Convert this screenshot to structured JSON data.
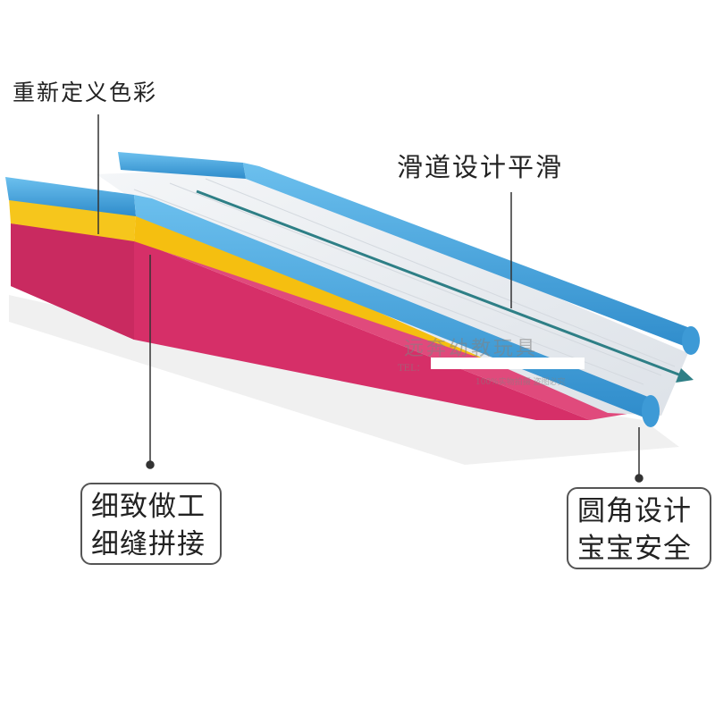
{
  "callouts": {
    "color": "重新定义色彩",
    "smooth": "滑道设计平滑",
    "craft": [
      "细致做工",
      "细缝拼接"
    ],
    "safety": [
      "圆角设计",
      "宝宝安全"
    ]
  },
  "watermark": {
    "brand": "远奔幼教玩具",
    "tel": "TEL：",
    "note": "100%实物拍摄 盗图必究"
  },
  "colors": {
    "blue": "#4aa6dd",
    "yellow": "#f5c518",
    "pink": "#d8306a",
    "slide": "#eceff3",
    "arrow": "#2e7f86"
  }
}
